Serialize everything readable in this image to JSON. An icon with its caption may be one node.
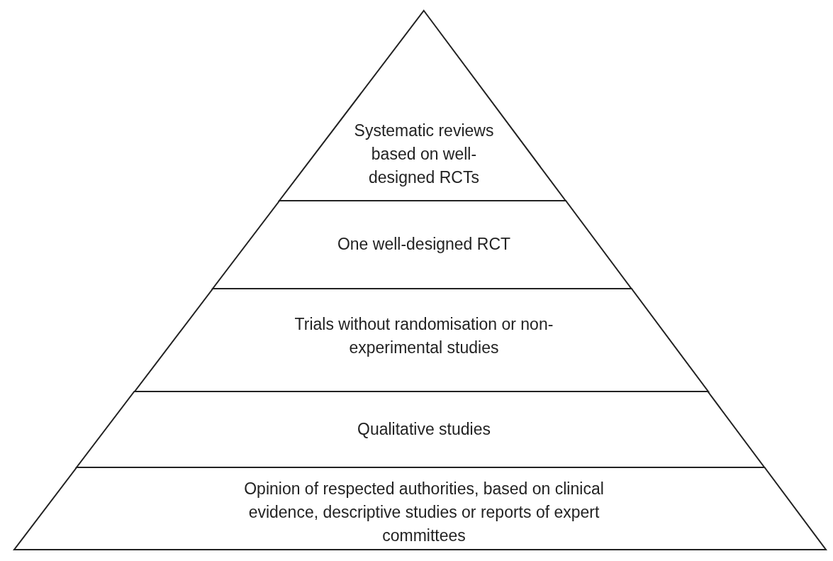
{
  "diagram": {
    "nodes": [
      {
        "text": [
          "Systematic reviews based on well-designed RCTs"
        ]
      },
      {
        "text": [
          "One well-designed RCT"
        ]
      },
      {
        "text": [
          "Trials without randomisation or non-experimental studies"
        ]
      },
      {
        "text": [
          "Qualitative studies"
        ]
      },
      {
        "text": [
          "Opinion of respected authorities, based on clinical evidence, descriptive studies or reports of expert committees"
        ]
      }
    ]
  }
}
